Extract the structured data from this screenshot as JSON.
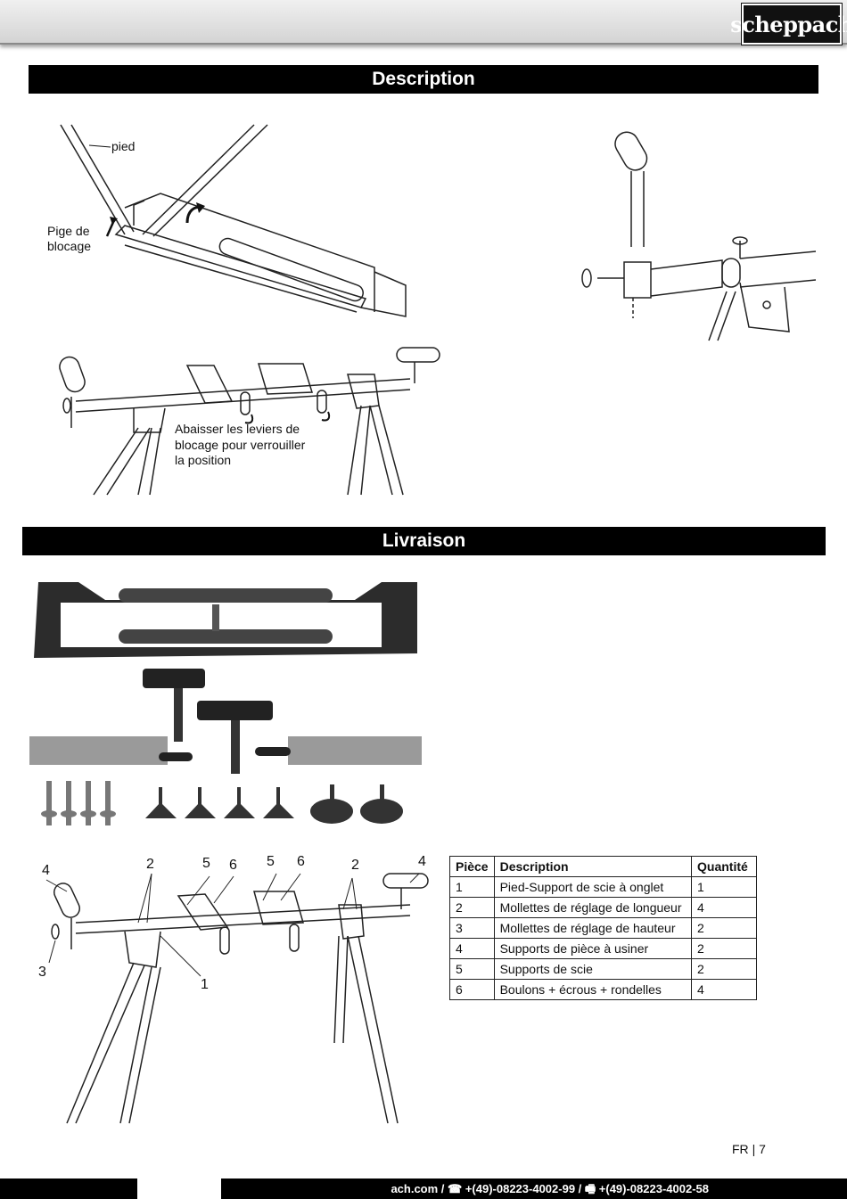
{
  "header": {
    "logo_text": "scheppach"
  },
  "description": {
    "title": "Description",
    "labels": {
      "pied": "pied",
      "pige_line1": "Pige de",
      "pige_line2": "blocage",
      "lower_line1": "Abaisser les leviers de",
      "lower_line2": "blocage pour verrouiller",
      "lower_line3": "la position"
    }
  },
  "livraison": {
    "title": "Livraison",
    "callouts": {
      "n4a": "4",
      "n2a": "2",
      "n5a": "5",
      "n6a": "6",
      "n5b": "5",
      "n6b": "6",
      "n2b": "2",
      "n4b": "4",
      "n3": "3",
      "n1": "1"
    },
    "table": {
      "headers": [
        "Pièce",
        "Description",
        "Quantité"
      ],
      "rows": [
        [
          "1",
          "Pied-Support de scie à onglet",
          "1"
        ],
        [
          "2",
          "Mollettes de réglage de longueur",
          "4"
        ],
        [
          "3",
          "Mollettes de réglage de hauteur",
          "2"
        ],
        [
          "4",
          "Supports de pièce à usiner",
          "2"
        ],
        [
          "5",
          "Supports de scie",
          "2"
        ],
        [
          "6",
          "Boulons + écrous + rondelles",
          "4"
        ]
      ]
    }
  },
  "page": {
    "lang": "FR",
    "sep": "|",
    "number": "7"
  },
  "footer": {
    "contact": "ach.com / ☎ +(49)-08223-4002-99 / 🖷 +(49)-08223-4002-58"
  },
  "colors": {
    "bar": "#000000",
    "header_bg": "#e2e2e2"
  }
}
